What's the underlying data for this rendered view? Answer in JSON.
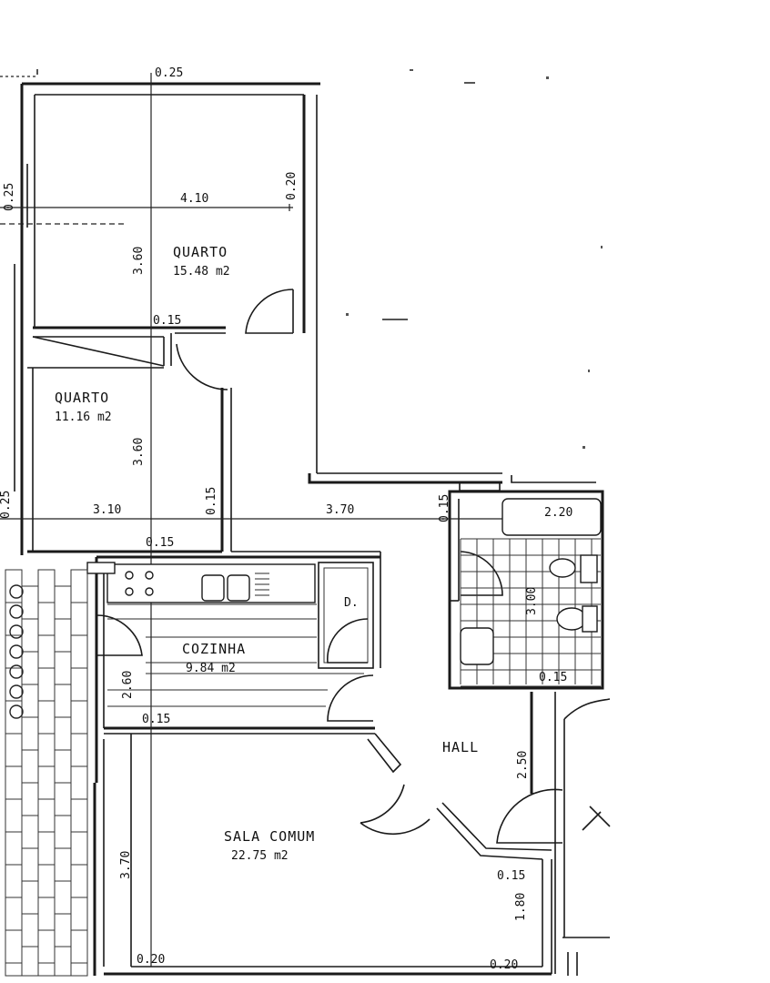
{
  "rooms": {
    "quarto1": {
      "label": "QUARTO",
      "area": "15.48 m2"
    },
    "quarto2": {
      "label": "QUARTO",
      "area": "11.16 m2"
    },
    "cozinha": {
      "label": "COZINHA",
      "area": "9.84 m2"
    },
    "sala": {
      "label": "SALA COMUM",
      "area": "22.75 m2"
    },
    "hall": {
      "label": "HALL"
    },
    "despensa": {
      "label": "D."
    }
  },
  "dimensions": {
    "top_wall": "0.25",
    "left_wall_upper": "0.25",
    "left_wall_lower": "0.25",
    "quarto1_width": "4.10",
    "quarto1_wall": "0.20",
    "quarto1_height": "3.60",
    "partition_q1_q2": "0.15",
    "quarto2_height": "3.60",
    "quarto2_width": "3.10",
    "quarto2_wall_right": "0.15",
    "quarto2_wall_bottom": "0.15",
    "corridor_width": "3.70",
    "bath_wall": "0.15",
    "bath_width": "2.20",
    "bath_height": "3.00",
    "bath_wall_bottom": "0.15",
    "cozinha_height": "2.60",
    "cozinha_wall_bottom": "0.15",
    "hall_height": "2.50",
    "sala_height": "3.70",
    "sala_wall_right": "0.15",
    "sala_right_height": "1.80",
    "sala_wall_bottom_left": "0.20",
    "sala_wall_bottom_right": "0.20"
  }
}
